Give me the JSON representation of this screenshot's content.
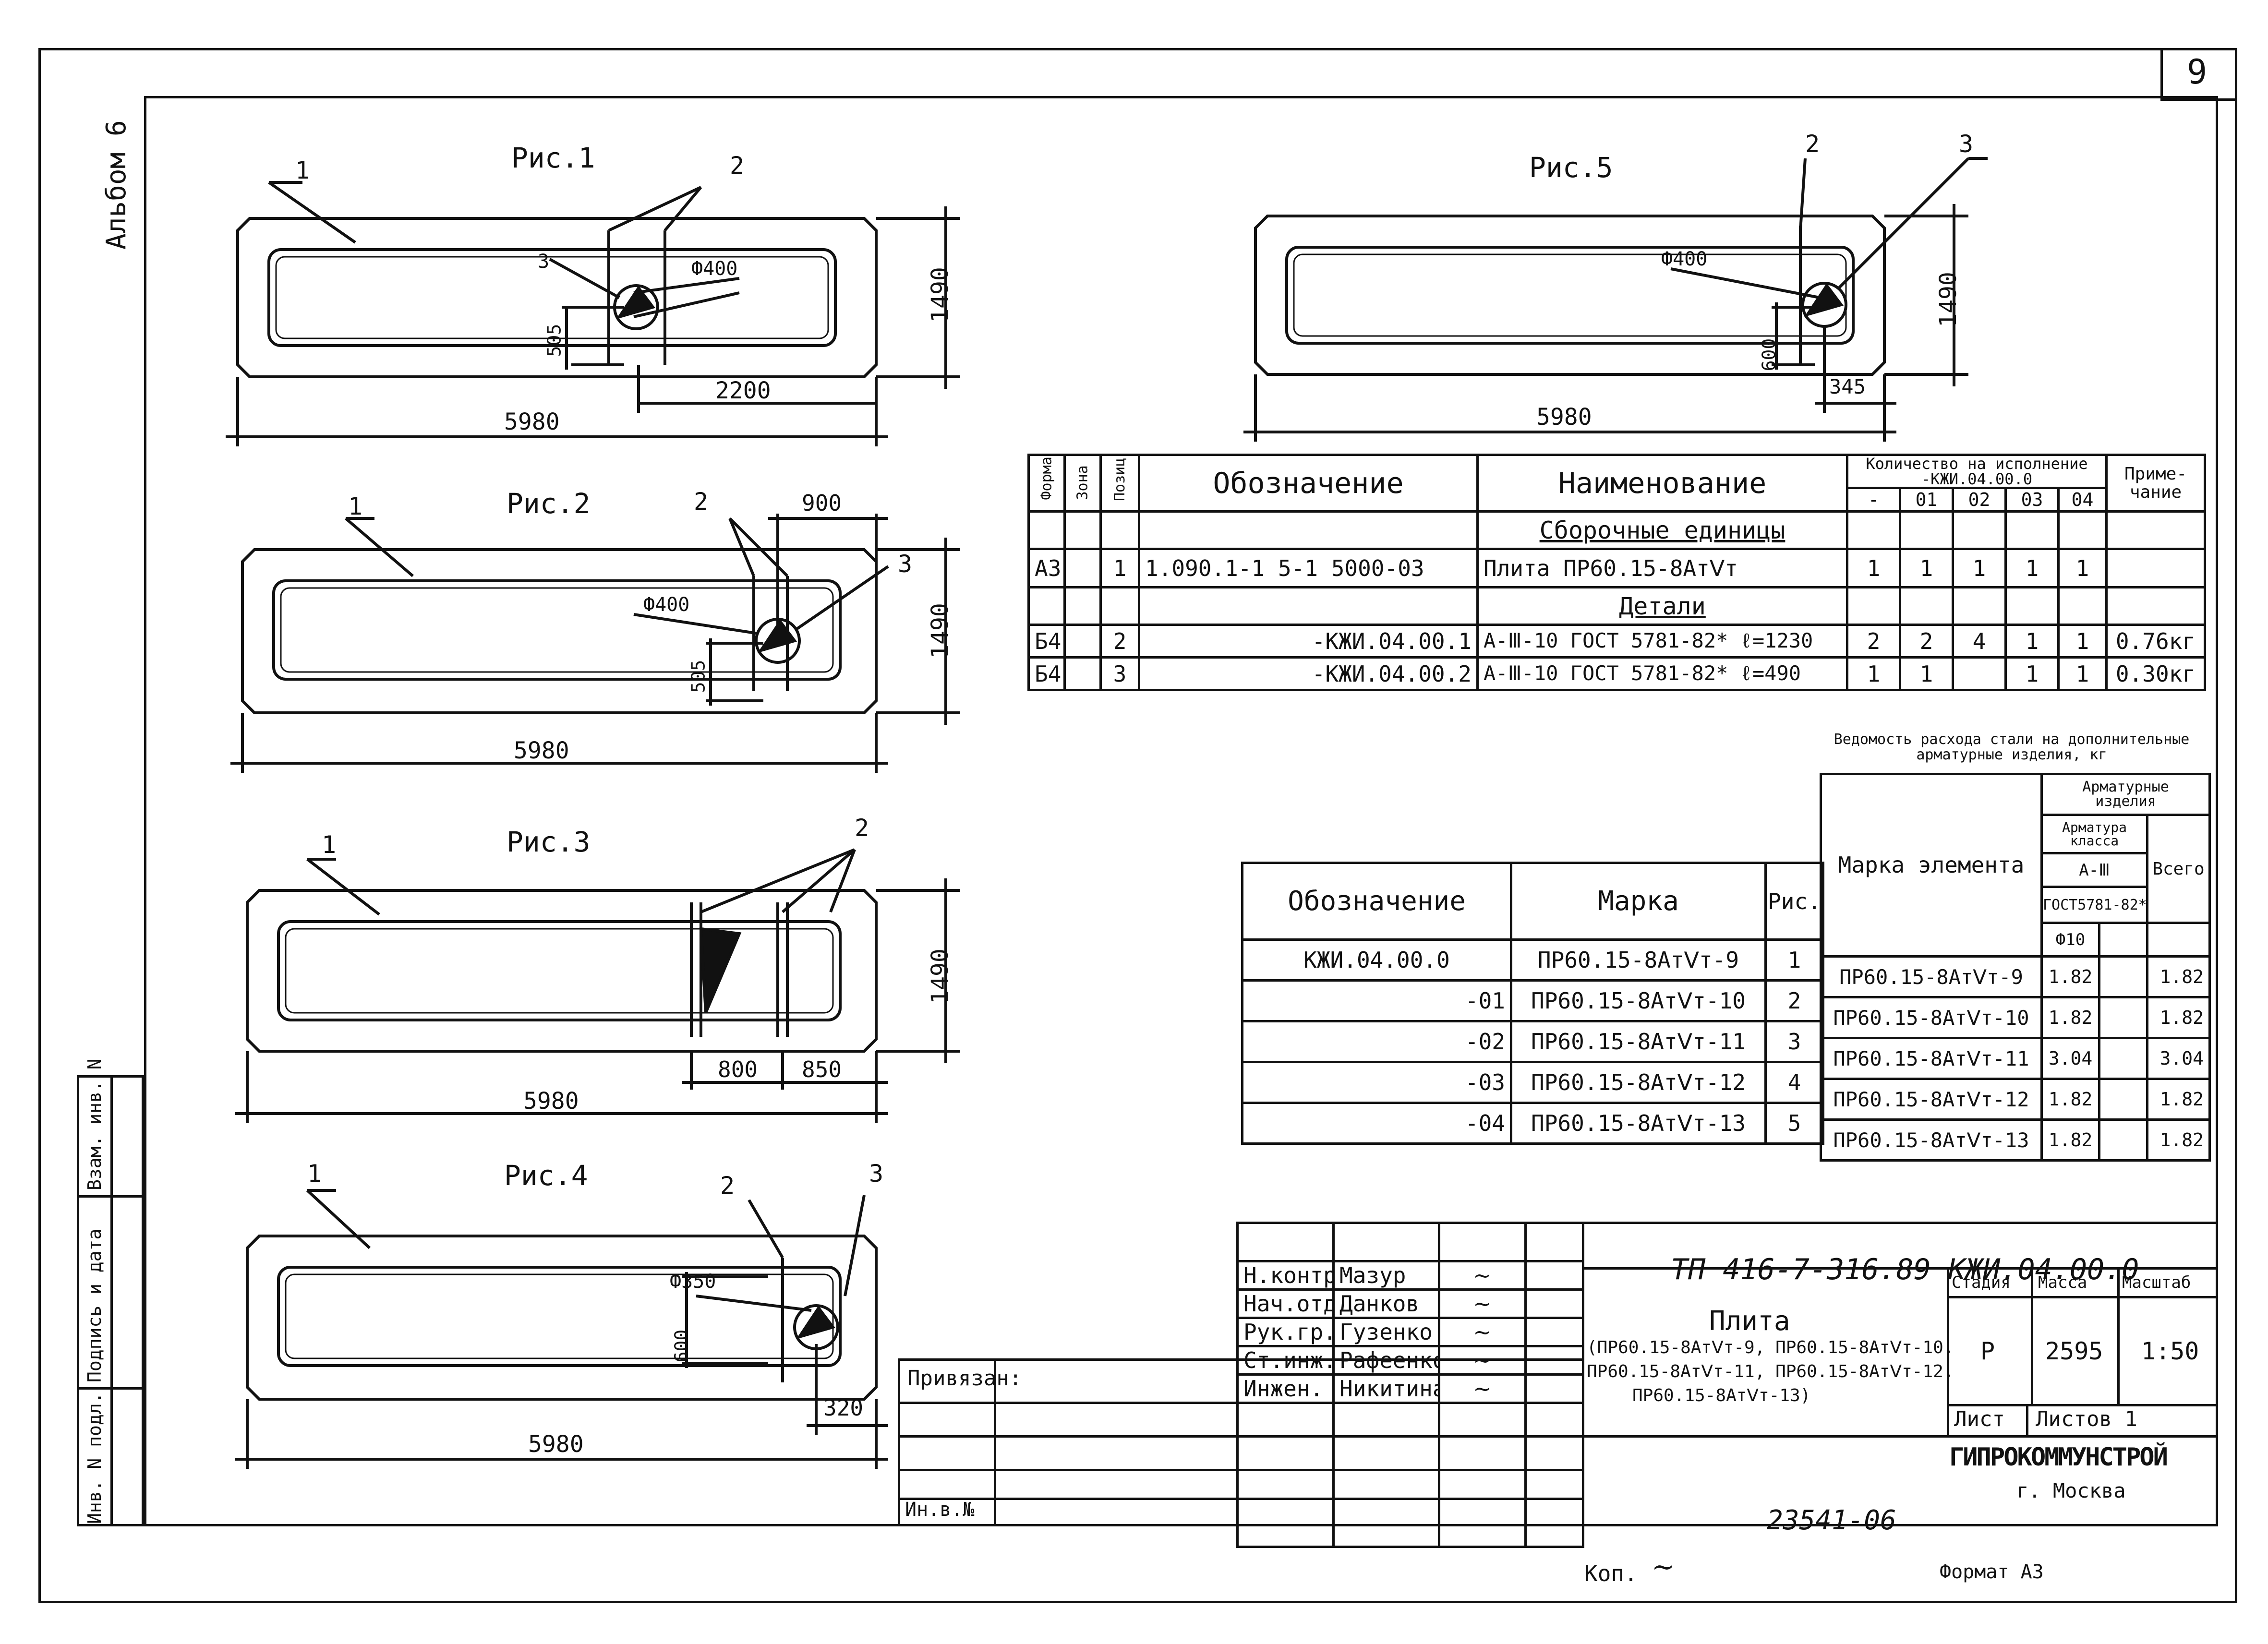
{
  "sheet": {
    "sheet_number": "9",
    "album": "Альбом 6",
    "format": "Формат А3",
    "archive_number": "23541-06",
    "copy_label": "Коп."
  },
  "side_stamp": [
    "Инв. N подл.",
    "Подпись и дата",
    "Взам. инв. N"
  ],
  "figures": [
    {
      "title": "Рис.1",
      "length": "5980",
      "height": "1490",
      "dims": [
        "2200",
        "505"
      ],
      "hole": "Ф400",
      "labels": [
        "1",
        "2",
        "3"
      ]
    },
    {
      "title": "Рис.2",
      "length": "5980",
      "height": "1490",
      "dims": [
        "900",
        "505"
      ],
      "hole": "Ф400",
      "labels": [
        "1",
        "2",
        "3"
      ]
    },
    {
      "title": "Рис.3",
      "length": "5980",
      "height": "1490",
      "dims": [
        "800",
        "850"
      ],
      "hole": "",
      "labels": [
        "1",
        "2"
      ]
    },
    {
      "title": "Рис.4",
      "length": "5980",
      "height": "",
      "dims": [
        "600",
        "320"
      ],
      "hole": "Ф350",
      "labels": [
        "1",
        "2",
        "3"
      ]
    },
    {
      "title": "Рис.5",
      "length": "5980",
      "height": "1490",
      "dims": [
        "345",
        "600"
      ],
      "hole": "Ф400",
      "labels": [
        "2",
        "3"
      ]
    }
  ],
  "spec": {
    "headers": {
      "format": "Формат",
      "zone": "Зона",
      "pos": "Позиц.",
      "designation": "Обозначение",
      "name": "Наименование",
      "qty": "Количество на исполнение -КЖИ.04.00.0",
      "note": "Приме- чание"
    },
    "qty_cols": [
      "-",
      "01",
      "02",
      "03",
      "04"
    ],
    "sections": {
      "assembly": "Сборочные единицы",
      "details": "Детали"
    },
    "rows": [
      {
        "format": "А3",
        "pos": "1",
        "designation": "1.090.1-1 5-1 5000-03",
        "name": "Плита ПР60.15-8АтⅤт",
        "qty": [
          "1",
          "1",
          "1",
          "1",
          "1"
        ],
        "note": ""
      },
      {
        "format": "Б4",
        "pos": "2",
        "designation": "-КЖИ.04.00.1",
        "name": "А-Ⅲ-10 ГОСТ 5781-82* ℓ=1230",
        "qty": [
          "2",
          "2",
          "4",
          "1",
          "1"
        ],
        "note": "0.76кг"
      },
      {
        "format": "Б4",
        "pos": "3",
        "designation": "-КЖИ.04.00.2",
        "name": "А-Ⅲ-10 ГОСТ 5781-82* ℓ=490",
        "qty": [
          "1",
          "1",
          "",
          "1",
          "1"
        ],
        "note": "0.30кг"
      }
    ]
  },
  "marks": {
    "headers": {
      "designation": "Обозначение",
      "mark": "Марка",
      "fig": "Рис."
    },
    "rows": [
      {
        "designation": "КЖИ.04.00.0",
        "mark": "ПР60.15-8АтⅤт-9",
        "fig": "1"
      },
      {
        "designation": "-01",
        "mark": "ПР60.15-8АтⅤт-10",
        "fig": "2"
      },
      {
        "designation": "-02",
        "mark": "ПР60.15-8АтⅤт-11",
        "fig": "3"
      },
      {
        "designation": "-03",
        "mark": "ПР60.15-8АтⅤт-12",
        "fig": "4"
      },
      {
        "designation": "-04",
        "mark": "ПР60.15-8АтⅤт-13",
        "fig": "5"
      }
    ]
  },
  "steel": {
    "title": "Ведомость расхода стали на дополнительные арматурные изделия, кг",
    "headers": {
      "element": "Марка элемента",
      "group": "Арматурные изделия",
      "class": "Арматура класса",
      "grade": "А-Ⅲ",
      "gost": "ГОСТ5781-82*",
      "diam": "Ф10",
      "total": "Всего"
    },
    "rows": [
      {
        "mark": "ПР60.15-8АтⅤт-9",
        "value": "1.82",
        "total": "1.82"
      },
      {
        "mark": "ПР60.15-8АтⅤт-10",
        "value": "1.82",
        "total": "1.82"
      },
      {
        "mark": "ПР60.15-8АтⅤт-11",
        "value": "3.04",
        "total": "3.04"
      },
      {
        "mark": "ПР60.15-8АтⅤт-12",
        "value": "1.82",
        "total": "1.82"
      },
      {
        "mark": "ПР60.15-8АтⅤт-13",
        "value": "1.82",
        "total": "1.82"
      }
    ]
  },
  "titleblock": {
    "code": "ТП 416-7-316.89 КЖИ.04.00.0",
    "product": "Плита",
    "product_list": [
      "(ПР60.15-8АтⅤт-9, ПР60.15-8АтⅤт-10,",
      "ПР60.15-8АтⅤт-11, ПР60.15-8АтⅤт-12,",
      "ПР60.15-8АтⅤт-13)"
    ],
    "stage_label": "Стадия",
    "mass_label": "Масса",
    "scale_label": "Масштаб",
    "stage": "Р",
    "mass": "2595",
    "scale": "1:50",
    "sheet_label": "Лист",
    "sheets_label": "Листов 1",
    "org": "ГИПРОКОММУНСТРОЙ",
    "city": "г. Москва",
    "signers": [
      {
        "role": "Н.контр.",
        "name": "Мазур"
      },
      {
        "role": "Нач.отд.",
        "name": "Данков"
      },
      {
        "role": "Рук.гр.",
        "name": "Гузенко"
      },
      {
        "role": "Ст.инж.",
        "name": "Рафеенко"
      },
      {
        "role": "Инжен.",
        "name": "Никитина"
      }
    ],
    "tied": "Привязан:",
    "inv": "Ин.в.№"
  }
}
